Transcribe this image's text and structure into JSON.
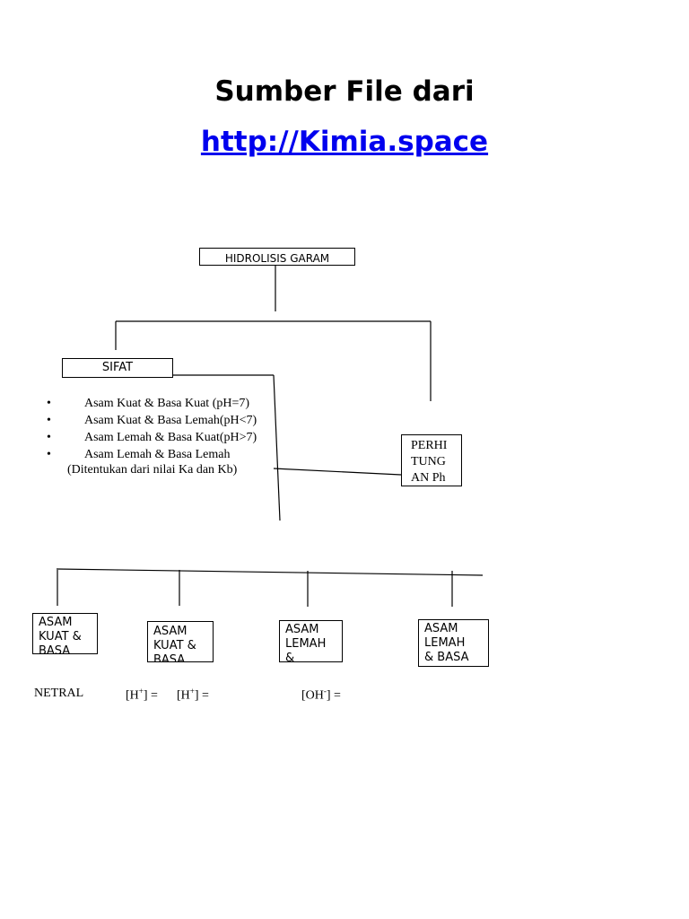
{
  "header": {
    "title": "Sumber File dari",
    "link": "http://Kimia.space",
    "link_color": "#0000ee"
  },
  "diagram": {
    "root": "HIDROLISIS GARAM",
    "sifat": "SIFAT",
    "sifat_items": [
      "Asam Kuat & Basa Kuat (pH=7)",
      "Asam Kuat & Basa Lemah(pH<7)",
      "Asam Lemah & Basa Kuat(pH>7)",
      "Asam Lemah & Basa Lemah"
    ],
    "sifat_note": "(Ditentukan dari nilai Ka dan Kb)",
    "perhitungan": "PERHI\nTUNG\nAN Ph",
    "types": [
      "ASAM\nKUAT &\nBASA",
      "ASAM\nKUAT &\nBASA",
      "ASAM\nLEMAH\n&",
      "ASAM\nLEMAH\n& BASA"
    ],
    "results": {
      "netral": "NETRAL",
      "h1": "[H",
      "h2": "[H",
      "oh": "[OH",
      "plus": "+",
      "minus": "-",
      "eq": "] ="
    }
  }
}
